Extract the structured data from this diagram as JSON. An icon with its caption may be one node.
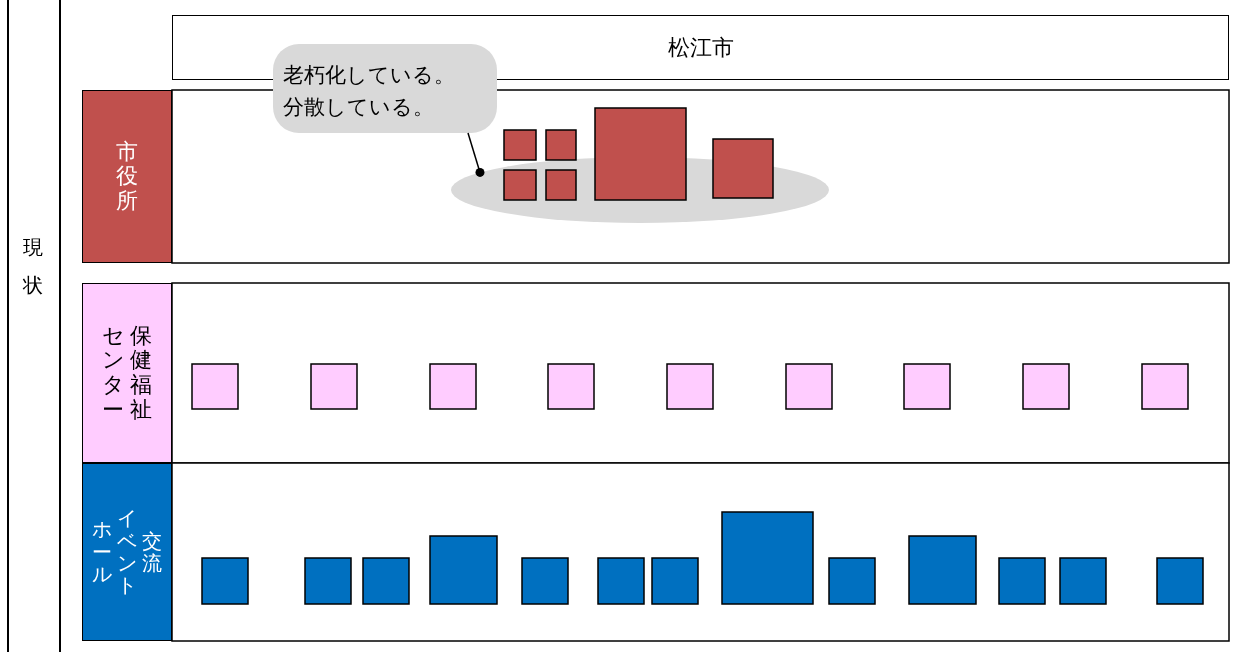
{
  "diagram": {
    "nodes": [
      {
        "text": [
          "松江市"
        ]
      },
      {
        "text": [
          "市役所"
        ]
      },
      {
        "text": [
          "老朽化している。分散している。"
        ]
      },
      {
        "text": [],
        "shape": "ellipse"
      },
      {
        "text": [
          "保健福祉センター"
        ]
      },
      {
        "text": [
          "交流イベントホール"
        ]
      }
    ],
    "edges": [
      {
        "from": 2,
        "to": 3,
        "arrow": "other"
      }
    ],
    "labels": [
      "現状"
    ]
  }
}
